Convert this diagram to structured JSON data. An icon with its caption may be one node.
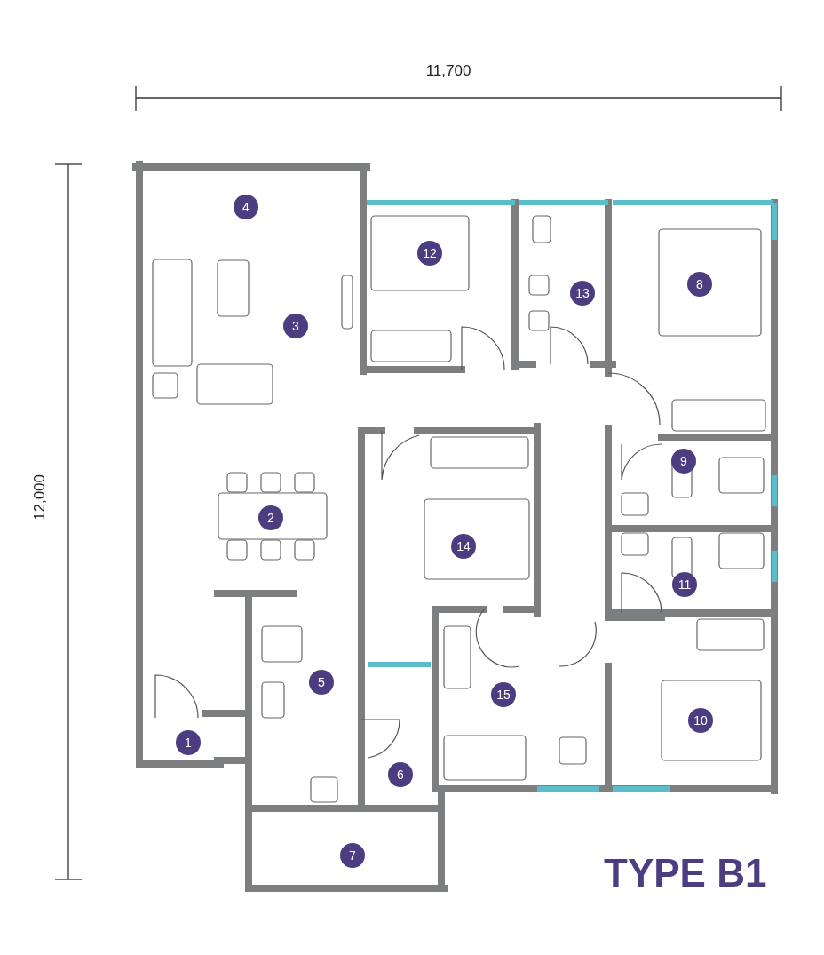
{
  "diagram": {
    "title": "TYPE B1",
    "nodes": [
      {
        "text": [
          "4"
        ]
      },
      {
        "text": [
          "12"
        ]
      },
      {
        "text": [
          "13"
        ]
      },
      {
        "text": [
          "8"
        ]
      },
      {
        "text": [
          "3"
        ]
      },
      {
        "text": [
          "9"
        ]
      },
      {
        "text": [
          "2"
        ]
      },
      {
        "text": [
          "14"
        ]
      },
      {
        "text": [
          "11"
        ]
      },
      {
        "text": [
          "5"
        ]
      },
      {
        "text": [
          "15"
        ]
      },
      {
        "text": [
          "10"
        ]
      },
      {
        "text": [
          "1"
        ]
      },
      {
        "text": [
          "6"
        ]
      },
      {
        "text": [
          "7"
        ]
      }
    ],
    "labels": [
      "11,700",
      "12,000"
    ]
  }
}
